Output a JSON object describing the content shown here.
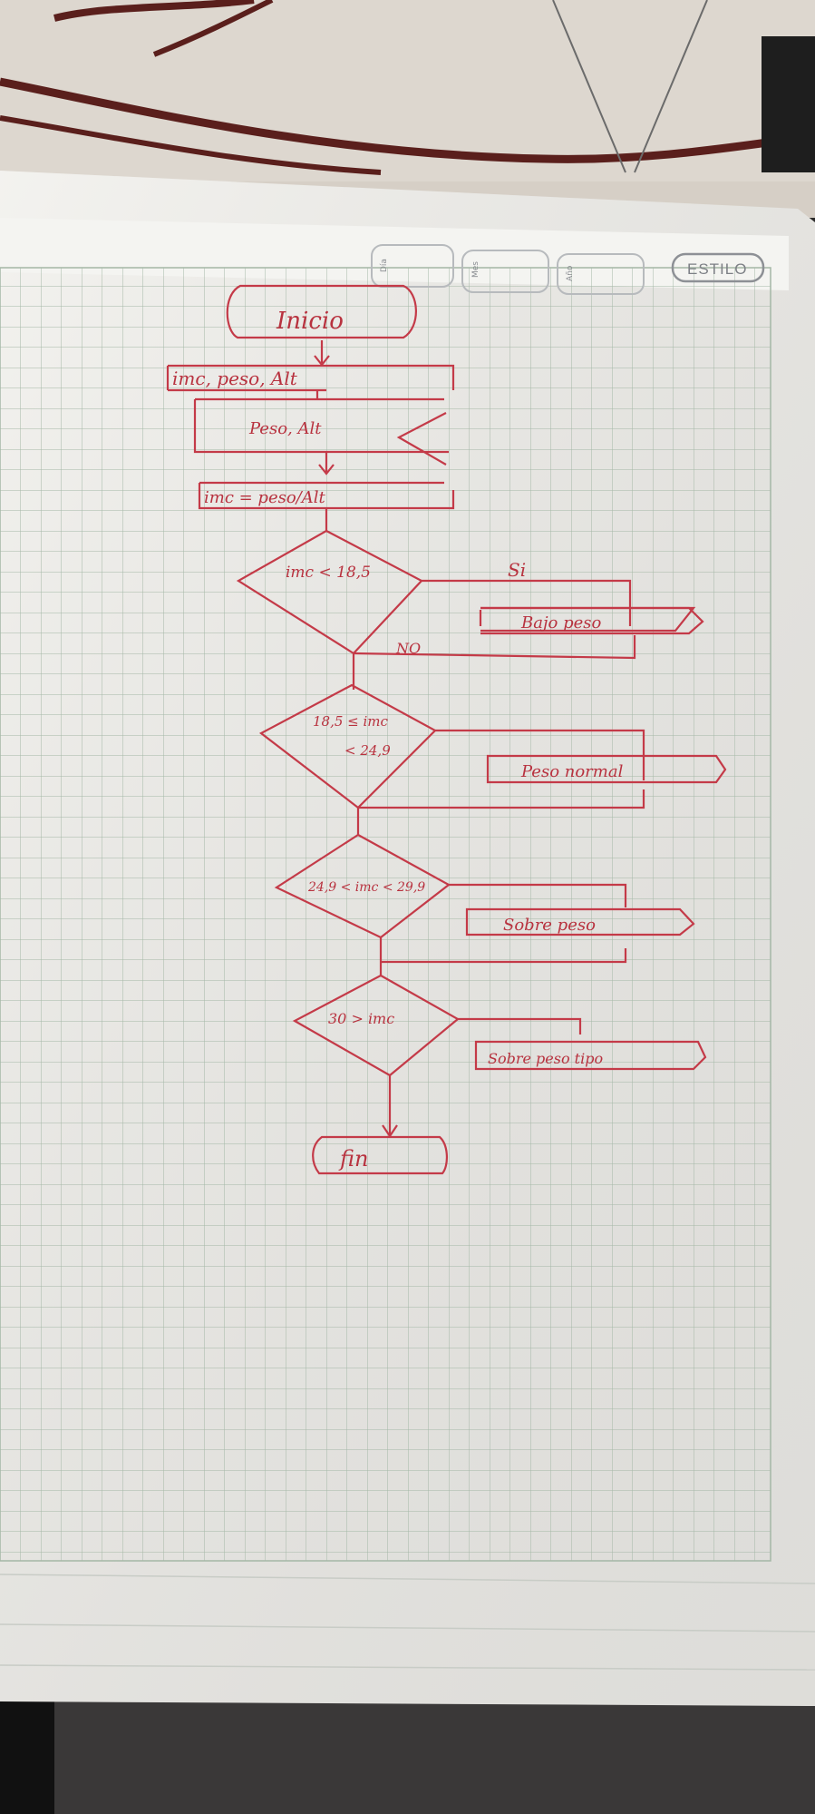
{
  "header": {
    "day_label": "Día",
    "month_label": "Mes",
    "year_label": "Año",
    "brand": "ESTILO"
  },
  "flowchart": {
    "start": "Inicio",
    "declare": "imc, peso, Alt",
    "input": "Peso, Alt",
    "process": "imc = peso/Alt",
    "decision1": "imc < 18,5",
    "yes_label": "Si",
    "no_label": "NO",
    "output1": "Bajo peso",
    "decision2_line1": "18,5 ≤ imc",
    "decision2_line2": "< 24,9",
    "output2": "Peso normal",
    "decision3": "24,9 < imc < 29,9",
    "output3": "Sobre peso",
    "decision4": "30 > imc",
    "output4": "Sobre peso tipo",
    "end": "fin"
  },
  "colors": {
    "ink": "#c43a48",
    "grid": "#a4b7a6",
    "paper": "#f1f0ec",
    "fabric": "#d9d2c9"
  }
}
